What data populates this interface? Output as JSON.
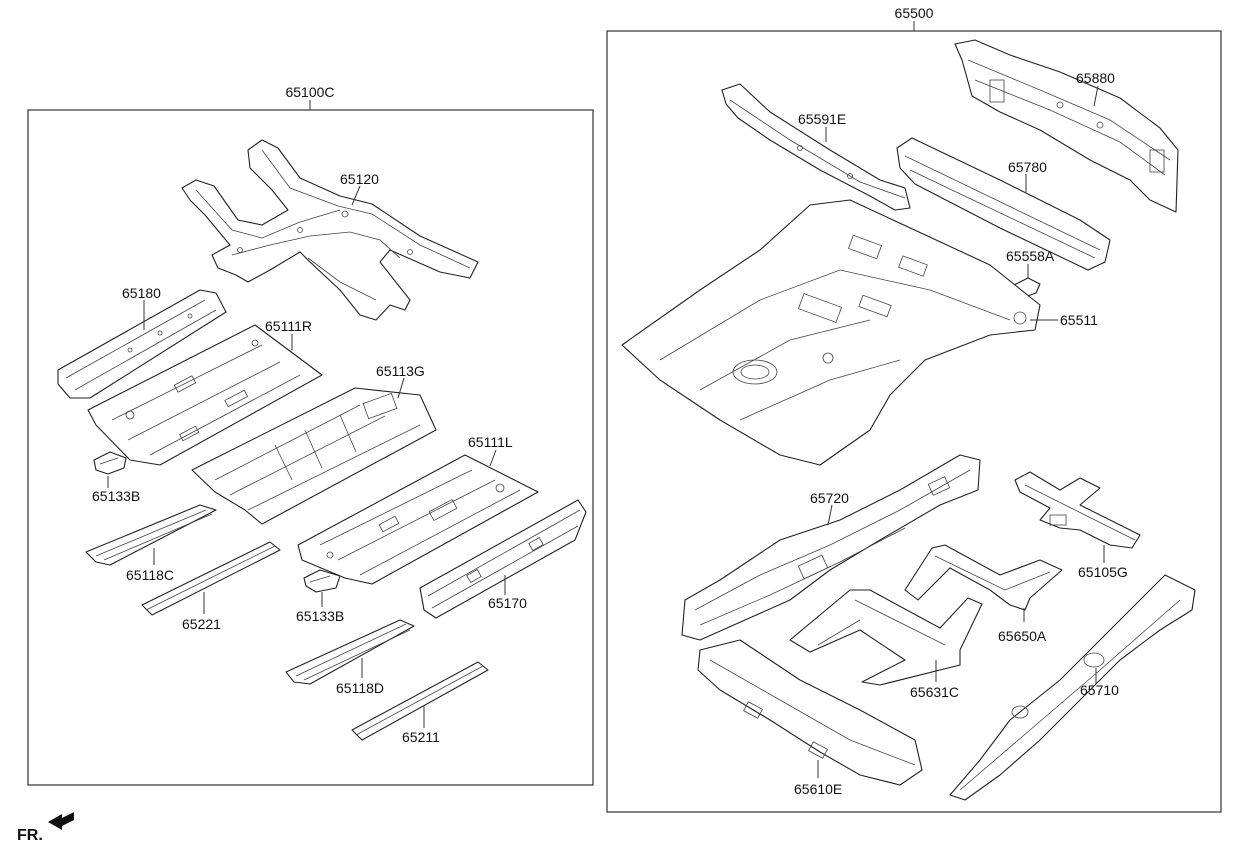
{
  "assemblies": {
    "left": "65100C",
    "right": "65500"
  },
  "parts": {
    "p65120": "65120",
    "p65180": "65180",
    "p65111R": "65111R",
    "p65113G": "65113G",
    "p65111L": "65111L",
    "p65133B_a": "65133B",
    "p65118C": "65118C",
    "p65221": "65221",
    "p65133B_b": "65133B",
    "p65170": "65170",
    "p65118D": "65118D",
    "p65211": "65211",
    "p65880": "65880",
    "p65591E": "65591E",
    "p65780": "65780",
    "p65558A": "65558A",
    "p65511": "65511",
    "p65720": "65720",
    "p65105G": "65105G",
    "p65650A": "65650A",
    "p65631C": "65631C",
    "p65710": "65710",
    "p65610E": "65610E"
  },
  "direction": {
    "label": "FR.",
    "icon": "front-direction-arrow-icon"
  }
}
